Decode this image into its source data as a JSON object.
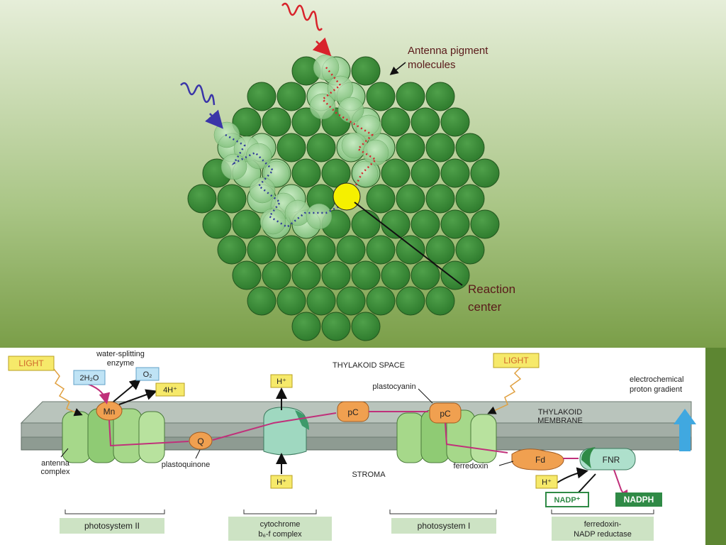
{
  "antenna": {
    "label_line1": "Antenna pigment",
    "label_line2": "molecules",
    "reaction_line1": "Reaction",
    "reaction_line2": "center"
  },
  "chain": {
    "light_left": "LIGHT",
    "light_right": "LIGHT",
    "water_enzyme_line1": "water-splitting",
    "water_enzyme_line2": "enzyme",
    "water": "2H₂O",
    "oxygen": "O₂",
    "protons_4": "4H⁺",
    "mn": "Mn",
    "thylakoid_space": "THYLAKOID SPACE",
    "h_top": "H⁺",
    "plastocyanin": "plastocyanin",
    "pc1": "pC",
    "pc2": "pC",
    "membrane_line1": "THYLAKOID",
    "membrane_line2": "MEMBRANE",
    "gradient_line1": "electrochemical",
    "gradient_line2": "proton gradient",
    "q": "Q",
    "antenna_line1": "antenna",
    "antenna_line2": "complex",
    "plastoquinone": "plastoquinone",
    "stroma": "STROMA",
    "h_bottom": "H⁺",
    "ferredoxin": "ferredoxin",
    "fd": "Fd",
    "fnr": "FNR",
    "h_right": "H⁺",
    "nadp": "NADP⁺",
    "nadph": "NADPH",
    "ps2": "photosystem II",
    "cyt_line1": "cytochrome",
    "cyt_line2": "b₆-f complex",
    "ps1": "photosystem I",
    "fnr_line1": "ferredoxin-",
    "fnr_line2": "NADP reductase"
  },
  "colors": {
    "pigment_dark": "#3f8e3a",
    "pigment_light": "#9fd09a",
    "reaction_center": "#f5f000",
    "light_box": "#f6e96a",
    "orange": "#f0a050",
    "membrane": "#aab5ad",
    "protein_green": "#a6d88a",
    "pink_path": "#c0307a",
    "label_box": "#cde3c4",
    "nadph_box": "#2f8a46"
  }
}
